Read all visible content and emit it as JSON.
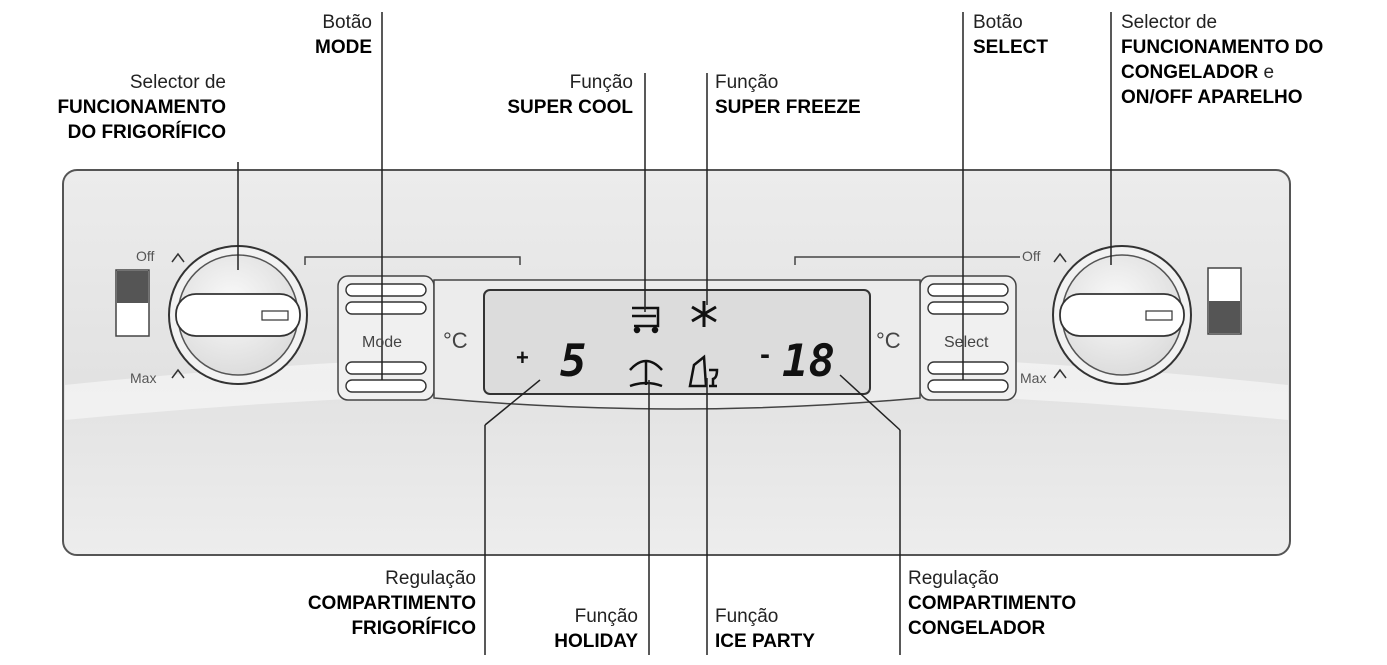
{
  "labels": {
    "mode_btn": {
      "line1": "Botão",
      "line2": "MODE"
    },
    "fridge_selector": {
      "line1": "Selector de",
      "line2": "FUNCIONAMENTO",
      "line3": "DO FRIGORÍFICO"
    },
    "super_cool": {
      "line1": "Função",
      "line2": "SUPER COOL"
    },
    "super_freeze": {
      "line1": "Função",
      "line2": "SUPER FREEZE"
    },
    "select_btn": {
      "line1": "Botão",
      "line2": "SELECT"
    },
    "freezer_selector": {
      "line1": "Selector de",
      "line2": "FUNCIONAMENTO DO",
      "line3a": "CONGELADOR",
      "line3b": " e",
      "line4": "ON/OFF APARELHO"
    },
    "fridge_compartment": {
      "line1": "Regulação",
      "line2": "COMPARTIMENTO",
      "line3": "FRIGORÍFICO"
    },
    "holiday": {
      "line1": "Função",
      "line2": "HOLIDAY"
    },
    "ice_party": {
      "line1": "Função",
      "line2": "ICE PARTY"
    },
    "freezer_compartment": {
      "line1": "Regulação",
      "line2": "COMPARTIMENTO",
      "line3": "CONGELADOR"
    }
  },
  "panel": {
    "left_dial": {
      "off": "Off",
      "max": "Max"
    },
    "right_dial": {
      "off": "Off",
      "max": "Max"
    },
    "mode_button": "Mode",
    "select_button": "Select",
    "unit_left": "°C",
    "unit_right": "°C",
    "display": {
      "fridge_sign": "+",
      "fridge_value": "5",
      "freezer_sign": "-",
      "freezer_value": "18"
    }
  },
  "colors": {
    "panel": "#e6e6e6",
    "lcd": "#dcdcdc",
    "indicator_dark": "#555555",
    "line": "#333333"
  }
}
